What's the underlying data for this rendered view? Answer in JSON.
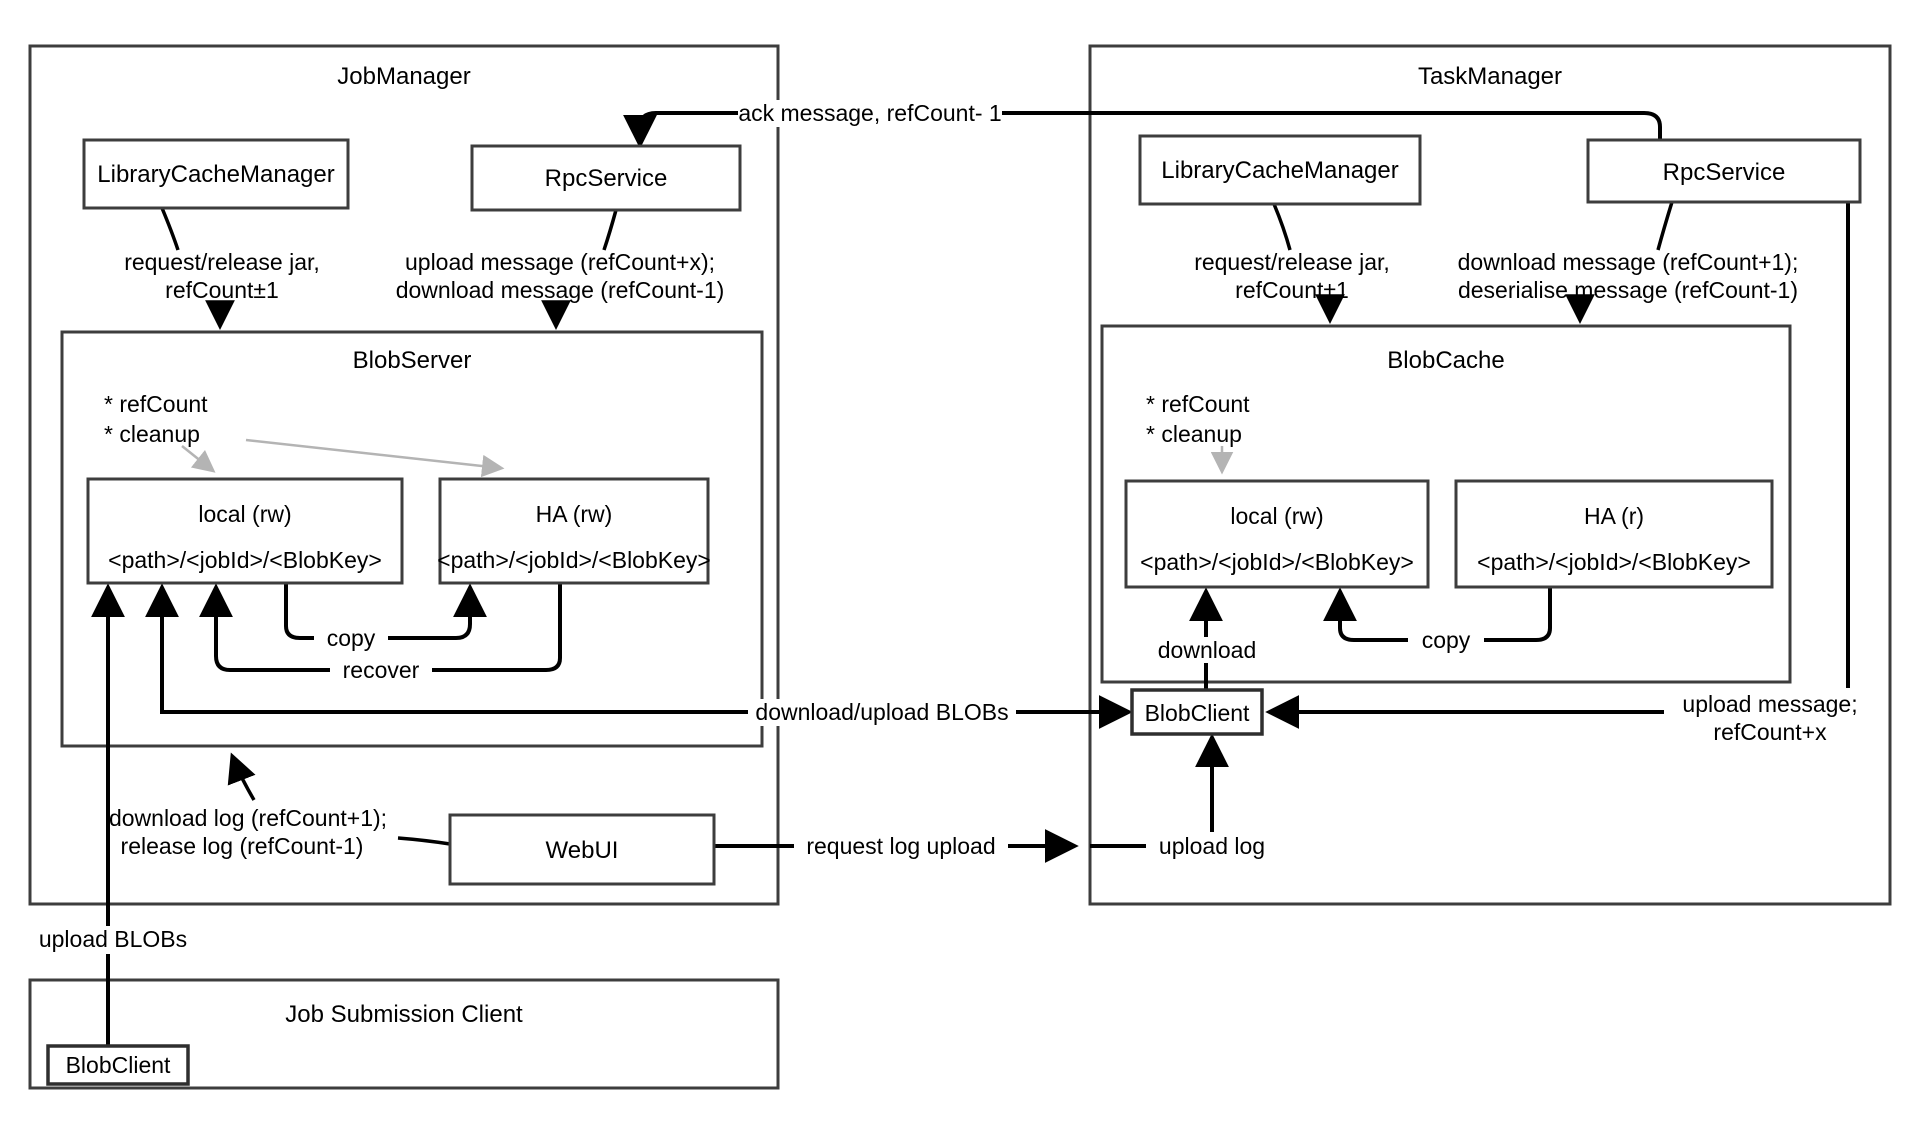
{
  "colors": {
    "background": "#ffffff",
    "line": "#000000",
    "gray_arrow": "#b4b4b4",
    "box_border": "#3d3d3d"
  },
  "jobmanager": {
    "title": "JobManager",
    "lcm": "LibraryCacheManager",
    "rpc": "RpcService",
    "lcm_lbl1": "request/release jar,",
    "lcm_lbl2": "refCount±1",
    "rpc_lbl1": "upload message (refCount+x);",
    "rpc_lbl2": "download message (refCount-1)",
    "blob_server": {
      "title": "BlobServer",
      "refcount": "* refCount",
      "cleanup": "* cleanup",
      "local": {
        "title": "local (rw)",
        "path": "<path>/<jobId>/<BlobKey>"
      },
      "ha": {
        "title": "HA (rw)",
        "path": "<path>/<jobId>/<BlobKey>"
      },
      "copy": "copy",
      "recover": "recover"
    },
    "webui": "WebUI",
    "log_lbl1": "download log (refCount+1);",
    "log_lbl2": "release log (refCount-1)"
  },
  "taskmanager": {
    "title": "TaskManager",
    "lcm": "LibraryCacheManager",
    "rpc": "RpcService",
    "lcm_lbl1": "request/release jar,",
    "lcm_lbl2": "refCount±1",
    "rpc_lbl1": "download message (refCount+1);",
    "rpc_lbl2": "deserialise message (refCount-1)",
    "blob_cache": {
      "title": "BlobCache",
      "refcount": "* refCount",
      "cleanup": "* cleanup",
      "local": {
        "title": "local (rw)",
        "path": "<path>/<jobId>/<BlobKey>"
      },
      "ha": {
        "title": "HA (r)",
        "path": "<path>/<jobId>/<BlobKey>"
      },
      "copy": "copy",
      "download": "download"
    },
    "blob_client": "BlobClient",
    "upload_log": "upload log",
    "upload_msg1": "upload message;",
    "upload_msg2": "refCount+x"
  },
  "job_submission_client": {
    "title": "Job Submission Client",
    "blob_client": "BlobClient"
  },
  "edges": {
    "ack": "ack message, refCount- 1",
    "du_blobs": "download/upload BLOBs",
    "req_log": "request log upload",
    "upload_blobs": "upload BLOBs"
  }
}
